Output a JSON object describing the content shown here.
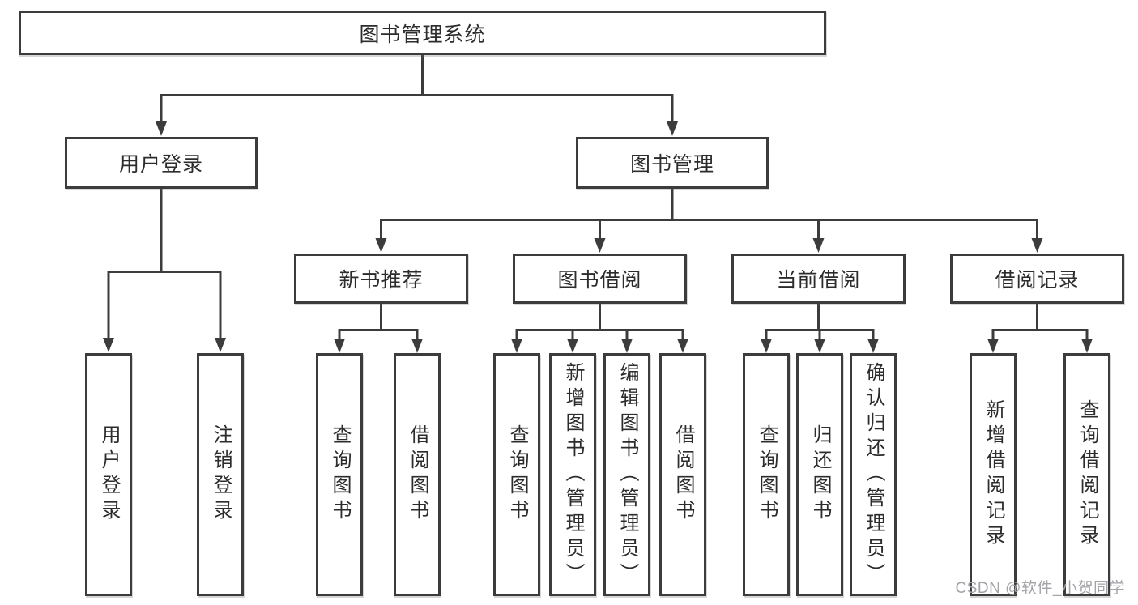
{
  "diagram_type": "functional-structure-tree",
  "watermark": "CSDN @软件_小贺同学",
  "colors": {
    "line": "#3c3c3c",
    "border": "#3c3c3c",
    "text": "#2c2c2c",
    "watermark": "#a3a3a8",
    "background": "#ffffff"
  },
  "tree": {
    "label": "图书管理系统",
    "children": [
      {
        "label": "用户登录",
        "children": [
          {
            "label": "用户登录"
          },
          {
            "label": "注销登录"
          }
        ]
      },
      {
        "label": "图书管理",
        "children": [
          {
            "label": "新书推荐",
            "children": [
              {
                "label": "查询图书"
              },
              {
                "label": "借阅图书"
              }
            ]
          },
          {
            "label": "图书借阅",
            "children": [
              {
                "label": "查询图书"
              },
              {
                "label": "新增图书（管理员）"
              },
              {
                "label": "编辑图书（管理员）"
              },
              {
                "label": "借阅图书"
              }
            ]
          },
          {
            "label": "当前借阅",
            "children": [
              {
                "label": "查询图书"
              },
              {
                "label": "归还图书"
              },
              {
                "label": "确认归还（管理员）"
              }
            ]
          },
          {
            "label": "借阅记录",
            "children": [
              {
                "label": "新增借阅记录"
              },
              {
                "label": "查询借阅记录"
              }
            ]
          }
        ]
      }
    ]
  }
}
